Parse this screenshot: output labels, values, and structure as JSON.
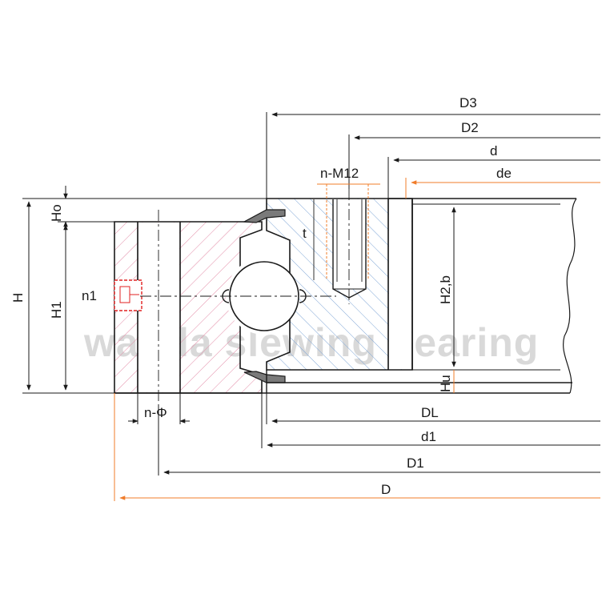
{
  "diagram": {
    "labels": {
      "D3": "D3",
      "D2": "D2",
      "d": "d",
      "de": "de",
      "n_M12": "n-M12",
      "t": "t",
      "Ho": "Ho",
      "H": "H",
      "H1": "H1",
      "n1": "n1",
      "H2b": "H2,b",
      "Hu": "Hu",
      "n_phi": "n-Φ",
      "DL": "DL",
      "d1": "d1",
      "D1": "D1",
      "D": "D"
    },
    "watermark": "wanda slewing bearing",
    "colors": {
      "line": "#1a1a1a",
      "outer_hatch": "#e28aa6",
      "inner_hatch": "#7fa6d6",
      "accent_orange": "#f07c2a",
      "accent_red": "#e02020",
      "seal": "#666666"
    }
  }
}
